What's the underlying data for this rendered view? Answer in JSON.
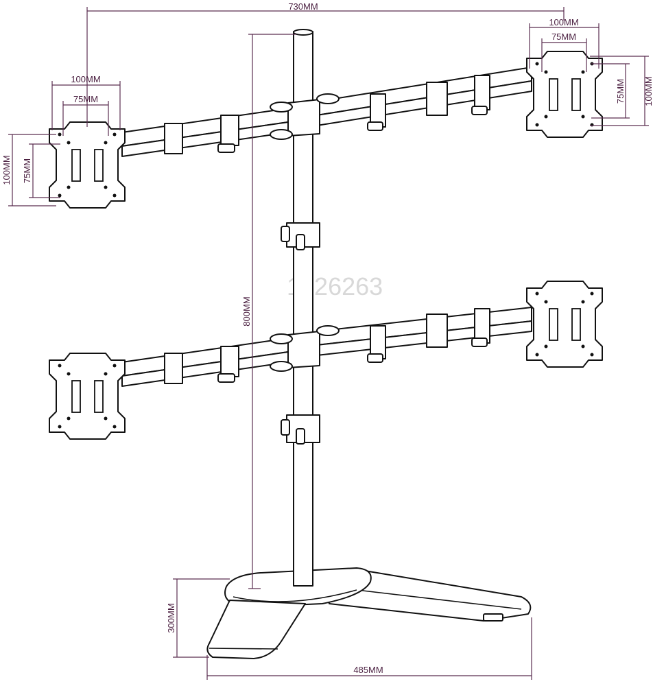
{
  "diagram": {
    "dimensions": {
      "overall_width": "730MM",
      "vesa_outer_top_right": "100MM",
      "vesa_inner_top_right": "75MM",
      "vesa_outer_right_vertical": "100MM",
      "vesa_inner_right_vertical": "75MM",
      "vesa_outer_top_left": "100MM",
      "vesa_inner_top_left": "75MM",
      "vesa_outer_left_vertical": "100MM",
      "vesa_inner_left_vertical": "75MM",
      "pole_height": "800MM",
      "base_depth": "300MM",
      "base_width": "485MM"
    },
    "watermark": "1826263",
    "colors": {
      "line": "#111111",
      "dimension": "#5a2d4f"
    }
  }
}
